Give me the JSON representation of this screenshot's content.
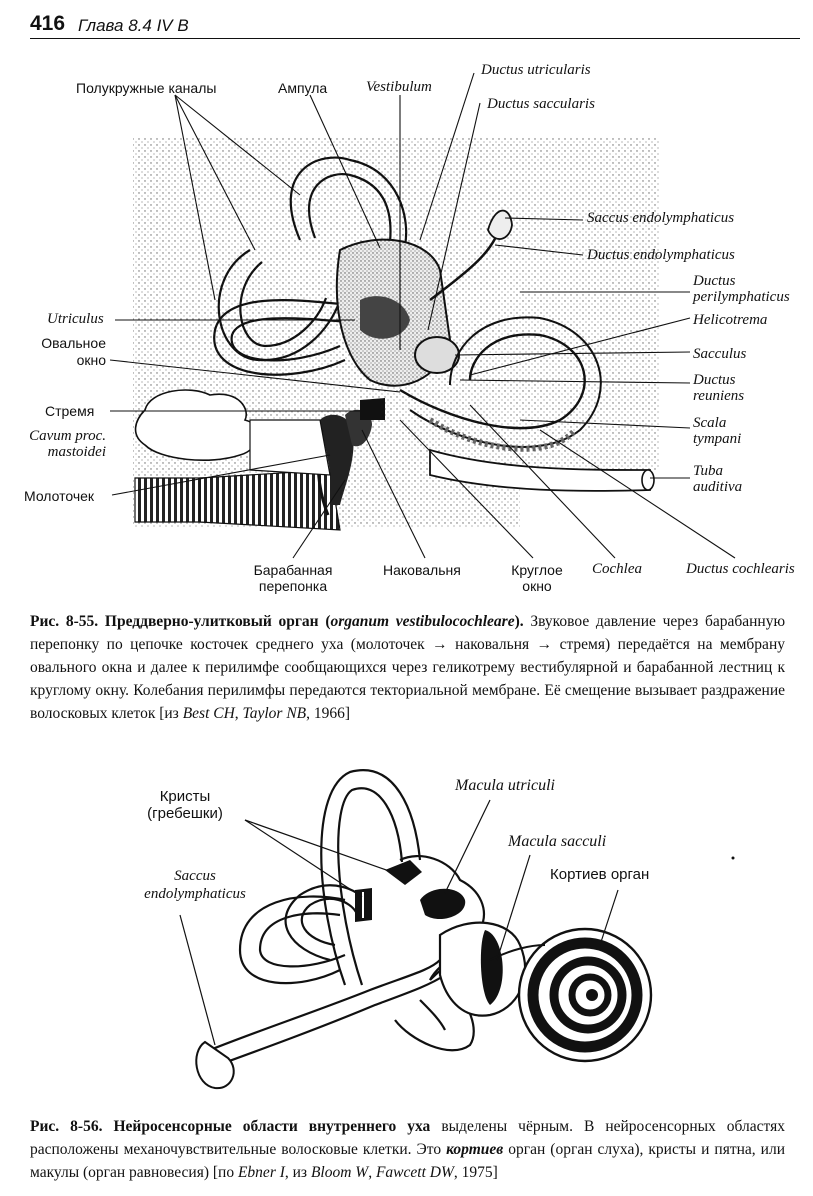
{
  "header": {
    "page_number": "416",
    "chapter": "Глава 8.4 IV В"
  },
  "figure1": {
    "labels": {
      "semicircular_canals": "Полукружные каналы",
      "ampulla": "Ампула",
      "vestibulum": "Vestibulum",
      "ductus_utricularis": "Ductus utricularis",
      "ductus_saccularis": "Ductus saccularis",
      "saccus_endolymphaticus": "Saccus endolymphaticus",
      "ductus_endolymphaticus": "Ductus endolymphaticus",
      "ductus_perilymphaticus_1": "Ductus",
      "ductus_perilymphaticus_2": "perilymphaticus",
      "helicotrema": "Helicotrema",
      "sacculus": "Sacculus",
      "ductus_reuniens_1": "Ductus",
      "ductus_reuniens_2": "reuniens",
      "scala_tympani_1": "Scala",
      "scala_tympani_2": "tympani",
      "tuba_auditiva_1": "Tuba",
      "tuba_auditiva_2": "auditiva",
      "utriculus": "Utriculus",
      "oval_window_1": "Овальное",
      "oval_window_2": "окно",
      "stapes": "Стремя",
      "cavum_1": "Cavum proc.",
      "cavum_2": "mastoidei",
      "malleus": "Молоточек",
      "tympanic_membrane_1": "Барабанная",
      "tympanic_membrane_2": "перепонка",
      "incus": "Наковальня",
      "round_window_1": "Круглое",
      "round_window_2": "окно",
      "cochlea": "Cochlea",
      "ductus_cochlearis": "Ductus cochlearis"
    },
    "caption": {
      "ref": "Рис. 8-55.",
      "title": "Преддверно-улитковый орган",
      "latin_open": "(",
      "latin": "organum vestibulocochleare",
      "latin_close": ").",
      "text": " Звуковое давление через барабанную перепонку по цепочке косточек среднего уха (молоточек → наковальня → стремя) передаётся на мембрану овального окна и далее к перилимфе сообщающихся через геликотрему вестибулярной и барабанной лестниц к круглому окну. Колебания перилимфы передаются текториальной мембране. Её смещение вызывает раздражение волосковых клеток [из ",
      "src1": "Best CH",
      "src_sep": ", ",
      "src2": "Taylor NB",
      "src_tail": ", 1966]"
    }
  },
  "figure2": {
    "labels": {
      "cristae_1": "Кристы",
      "cristae_2": "(гребешки)",
      "macula_utriculi": "Macula utriculi",
      "macula_sacculi": "Macula sacculi",
      "organ_of_corti": "Кортиев орган",
      "saccus_1": "Saccus",
      "saccus_2": "endolymphaticus"
    },
    "caption": {
      "ref": "Рис. 8-56.",
      "title": "Нейросенсорные области внутреннего уха",
      "text1": " выделены чёрным. В нейросенсорных областях расположены механочувствительные волосковые клетки. Это ",
      "kortiev": "кортиев",
      "text2": " орган (орган слуха), кристы и пятна, или макулы (орган равновесия) [по ",
      "src1": "Ebner I",
      "src_mid1": ", из ",
      "src2": "Bloom W",
      "src_sep": ", ",
      "src3": "Fawcett DW",
      "src_tail": ", 1975]"
    }
  }
}
